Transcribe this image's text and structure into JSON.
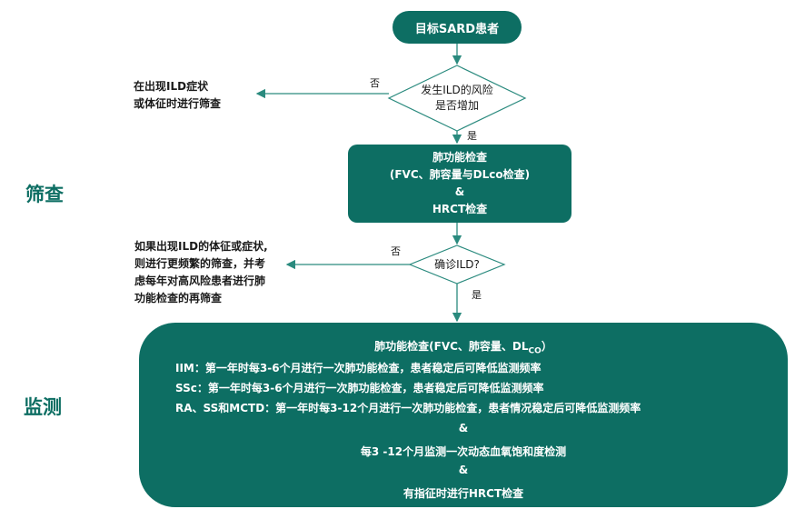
{
  "side_labels": {
    "screening": "筛查",
    "monitoring": "监测"
  },
  "start": "目标SARD患者",
  "decision1": {
    "line1": "发生ILD的风险",
    "line2": "是否增加"
  },
  "decision1_no_label": "否",
  "decision1_yes_label": "是",
  "note1": {
    "line1": "在出现ILD症状",
    "line2": "或体征时进行筛查"
  },
  "pft_box": {
    "line1": "肺功能检查",
    "line2": "(FVC、肺容量与DLco检查)",
    "line3": "&",
    "line4": "HRCT检查"
  },
  "decision2": "确诊ILD?",
  "decision2_no_label": "否",
  "decision2_yes_label": "是",
  "note2": {
    "line1": "如果出现ILD的体征或症状,",
    "line2": "则进行更频繁的筛查，并考",
    "line3": "虑每年对高风险患者进行肺",
    "line4": "功能检查的再筛查"
  },
  "monitor_box": {
    "title_main": "肺功能检查(FVC、肺容量、DL",
    "title_sub": "CO",
    "title_end": "）",
    "iim": "IIM：第一年时每3-6个月进行一次肺功能检查，患者稳定后可降低监测频率",
    "ssc": "SSc：第一年时每3-6个月进行一次肺功能检查，患者稳定后可降低监测频率",
    "ra": "RA、SS和MCTD：第一年时每3-12个月进行一次肺功能检查，患者情况稳定后可降低监测频率",
    "amp1": "&",
    "oxygen": "每3 -12个月监测一次动态血氧饱和度检测",
    "amp2": "&",
    "hrct": "有指征时进行HRCT检查"
  },
  "colors": {
    "teal": "#0d6e63",
    "line": "#2a8a7e"
  }
}
